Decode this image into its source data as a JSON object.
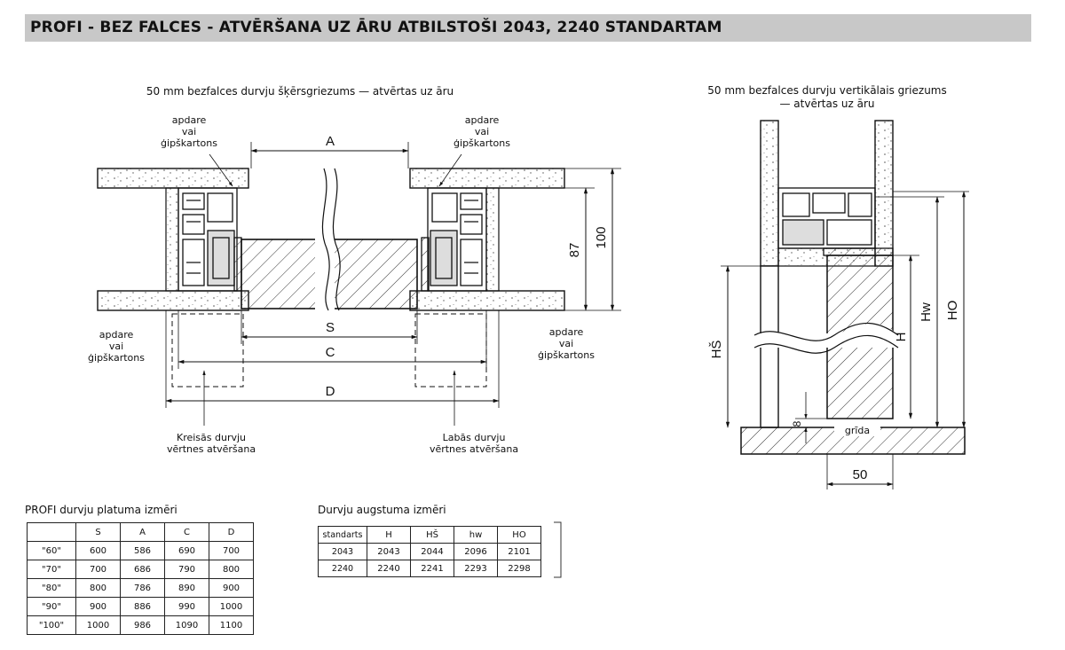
{
  "title": "PROFI - BEZ FALCES - ATVĒRŠANA UZ ĀRU ATBILSTOŠI 2043, 2240 STANDARTAM",
  "cross_section": {
    "caption": "50 mm bezfalces durvju šķērsgriezums — atvērtas uz āru",
    "label_top_left": [
      "apdare",
      "vai",
      "ģipškartons"
    ],
    "label_top_right": [
      "apdare",
      "vai",
      "ģipškartons"
    ],
    "label_bottom_left": [
      "apdare",
      "vai",
      "ģipškartons"
    ],
    "label_bottom_right": [
      "apdare",
      "vai",
      "ģipškartons"
    ],
    "dim_A": "A",
    "dim_S": "S",
    "dim_C": "C",
    "dim_D": "D",
    "dim_87": "87",
    "dim_100": "100",
    "left_leaf_label": [
      "Kreisās durvju",
      "vērtnes atvēršana"
    ],
    "right_leaf_label": [
      "Labās durvju",
      "vērtnes atvēršana"
    ]
  },
  "vertical_section": {
    "caption": [
      "50 mm bezfalces durvju vertikālais griezums",
      "— atvērtas uz āru"
    ],
    "dim_Hs": "HŠ",
    "dim_H": "H",
    "dim_Hw": "Hw",
    "dim_HO": "HO",
    "dim_8": "8",
    "floor_label": "grīda",
    "dim_50": "50"
  },
  "width_table": {
    "caption": "PROFI durvju platuma izmēri",
    "headers": [
      "",
      "S",
      "A",
      "C",
      "D"
    ],
    "rows": [
      [
        "\"60\"",
        "600",
        "586",
        "690",
        "700"
      ],
      [
        "\"70\"",
        "700",
        "686",
        "790",
        "800"
      ],
      [
        "\"80\"",
        "800",
        "786",
        "890",
        "900"
      ],
      [
        "\"90\"",
        "900",
        "886",
        "990",
        "1000"
      ],
      [
        "\"100\"",
        "1000",
        "986",
        "1090",
        "1100"
      ]
    ]
  },
  "height_table": {
    "caption": "Durvju augstuma izmēri",
    "headers": [
      "standarts",
      "H",
      "HŠ",
      "hw",
      "HO"
    ],
    "rows": [
      [
        "2043",
        "2043",
        "2044",
        "2096",
        "2101"
      ],
      [
        "2240",
        "2240",
        "2241",
        "2293",
        "2298"
      ]
    ]
  }
}
